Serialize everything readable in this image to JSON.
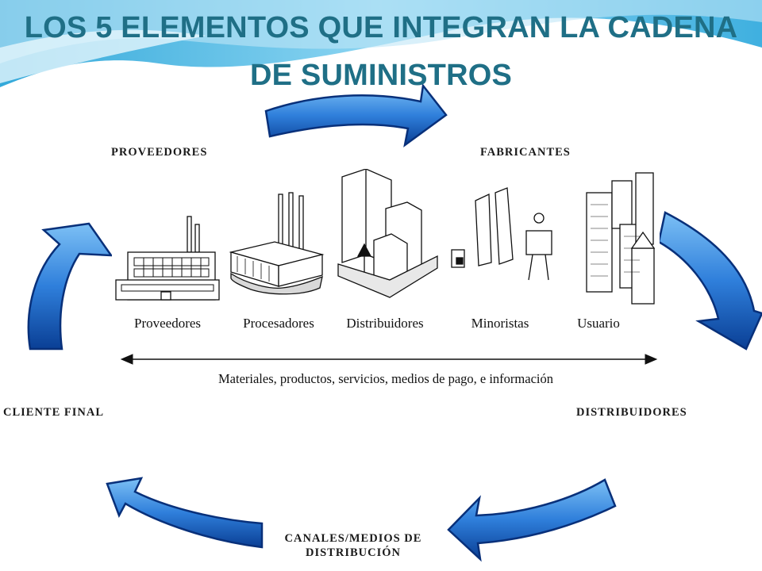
{
  "slide": {
    "title_line1": "LOS 5 ELEMENTOS QUE INTEGRAN LA CADENA",
    "title_line2": "DE SUMINISTROS"
  },
  "cycle": {
    "stages": {
      "proveedores": "PROVEEDORES",
      "fabricantes": "FABRICANTES",
      "distribuidores": "DISTRIBUIDORES",
      "canales_line1": "CANALES/MEDIOS DE",
      "canales_line2": "DISTRIBUCIÓN",
      "cliente_final": "CLIENTE FINAL"
    }
  },
  "diagram": {
    "labels": [
      "Proveedores",
      "Procesadores",
      "Distribuidores",
      "Minoristas",
      "Usuario"
    ],
    "flow_caption": "Materiales, productos, servicios, medios de pago, e información"
  },
  "colors": {
    "title": "#1f6f86",
    "arrow_light": "#5aa9ec",
    "arrow_dark": "#0b4fa8",
    "wave": "#4fb6e6"
  }
}
